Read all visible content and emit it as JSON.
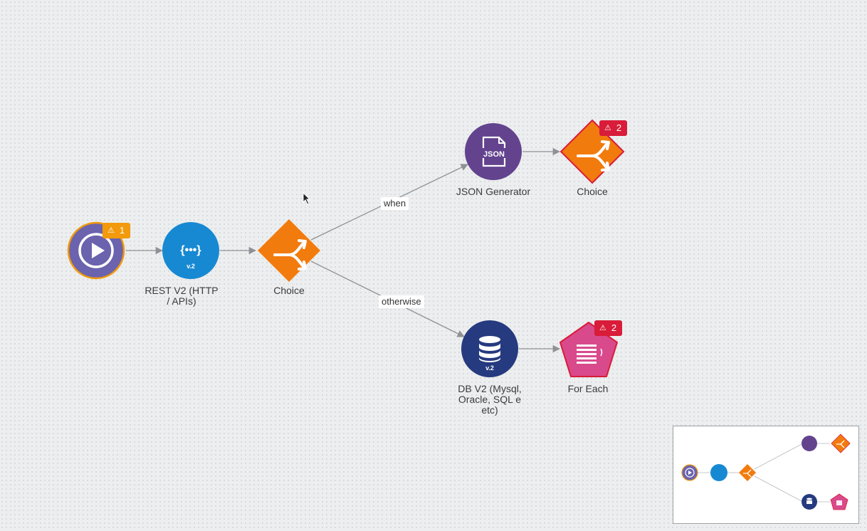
{
  "nodes": {
    "start": {
      "badge_count": "1"
    },
    "rest": {
      "label": "REST V2 (HTTP / APIs)",
      "icon_text": "{•••}",
      "version": "v.2"
    },
    "choice1": {
      "label": "Choice"
    },
    "json_gen": {
      "label": "JSON Generator",
      "icon_text": "JSON"
    },
    "choice2": {
      "label": "Choice",
      "badge_count": "2"
    },
    "db": {
      "label": "DB V2 (Mysql, Oracle, SQL e etc)",
      "version": "v.2"
    },
    "foreach": {
      "label": "For Each",
      "badge_count": "2"
    }
  },
  "edges": {
    "when": "when",
    "otherwise": "otherwise"
  },
  "icons": {
    "warning": "⚠"
  },
  "colors": {
    "start": "#6b63ad",
    "rest": "#1789d2",
    "choice": "#f27b0e",
    "json": "#63438e",
    "db": "#263a7f",
    "foreach": "#d94a8c",
    "warn": "#f29a0c",
    "err": "#d81c39"
  }
}
